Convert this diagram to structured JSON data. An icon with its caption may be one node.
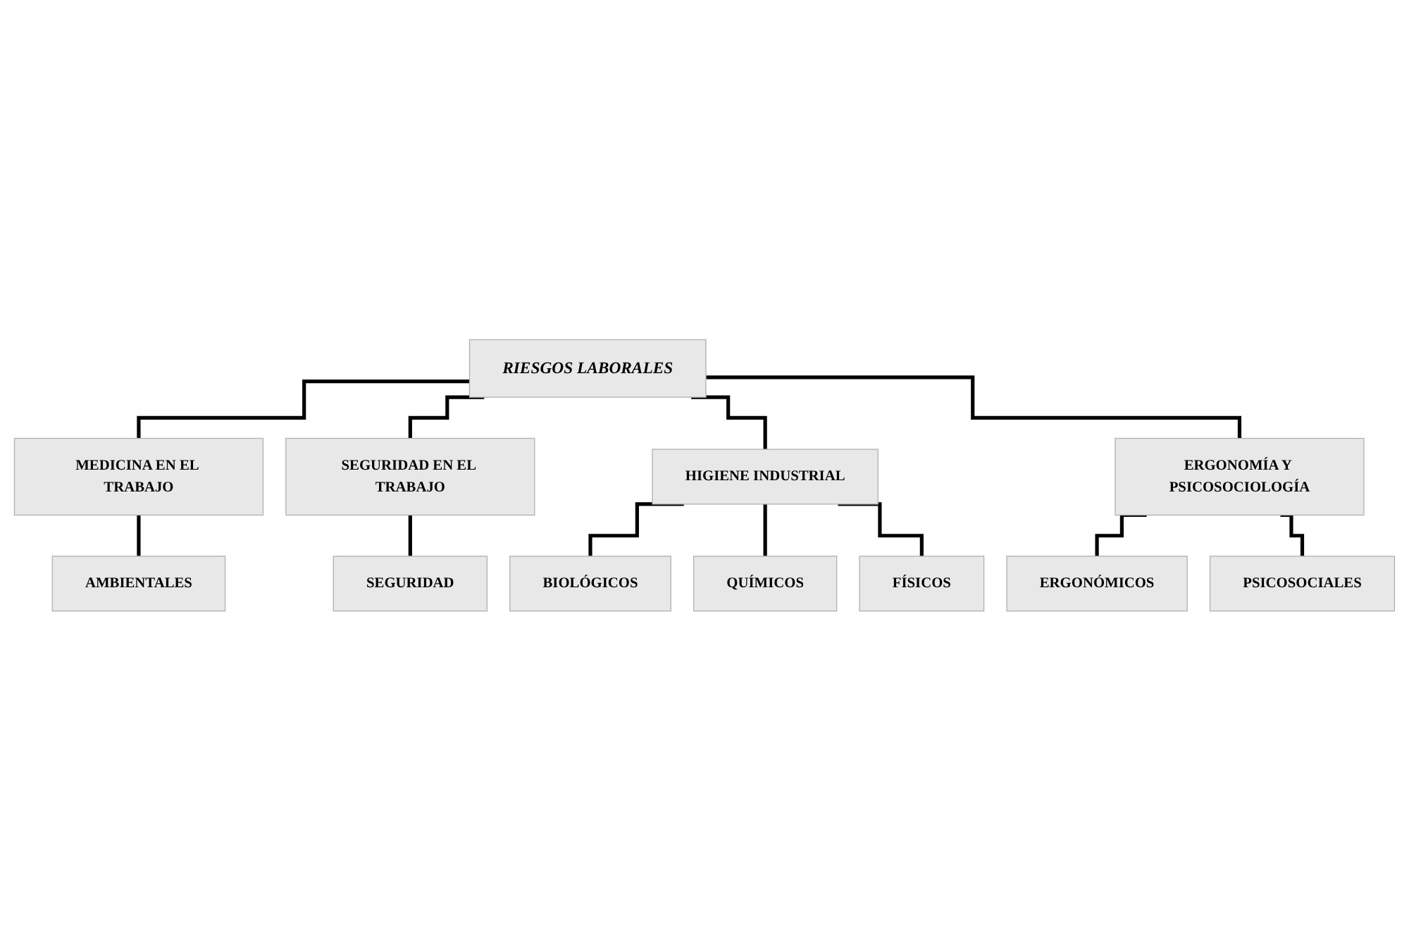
{
  "diagram": {
    "nodes": [
      {
        "text": [
          "RIESGOS LABORALES"
        ]
      },
      {
        "text": [
          "MEDICINA EN EL TRABAJO"
        ]
      },
      {
        "text": [
          "SEGURIDAD EN EL TRABAJO"
        ]
      },
      {
        "text": [
          "HIGIENE INDUSTRIAL"
        ]
      },
      {
        "text": [
          "ERGONOMÍA Y PSICOSOCIOLOGÍA"
        ]
      },
      {
        "text": [
          "AMBIENTALES"
        ]
      },
      {
        "text": [
          "SEGURIDAD"
        ]
      },
      {
        "text": [
          "BIOLÓGICOS"
        ]
      },
      {
        "text": [
          "QUÍMICOS"
        ]
      },
      {
        "text": [
          "FÍSICOS"
        ]
      },
      {
        "text": [
          "ERGONÓMICOS"
        ]
      },
      {
        "text": [
          "PSICOSOCIALES"
        ]
      }
    ],
    "edges": [
      {
        "from": 0,
        "to": 1,
        "arrow": "none"
      },
      {
        "from": 0,
        "to": 2,
        "arrow": "none"
      },
      {
        "from": 0,
        "to": 3,
        "arrow": "none"
      },
      {
        "from": 0,
        "to": 4,
        "arrow": "none"
      },
      {
        "from": 1,
        "to": 5,
        "arrow": "none"
      },
      {
        "from": 2,
        "to": 6,
        "arrow": "none"
      },
      {
        "from": 3,
        "to": 7,
        "arrow": "none"
      },
      {
        "from": 3,
        "to": 8,
        "arrow": "none"
      },
      {
        "from": 3,
        "to": 9,
        "arrow": "none"
      },
      {
        "from": 4,
        "to": 10,
        "arrow": "none"
      },
      {
        "from": 4,
        "to": 11,
        "arrow": "none"
      }
    ]
  }
}
